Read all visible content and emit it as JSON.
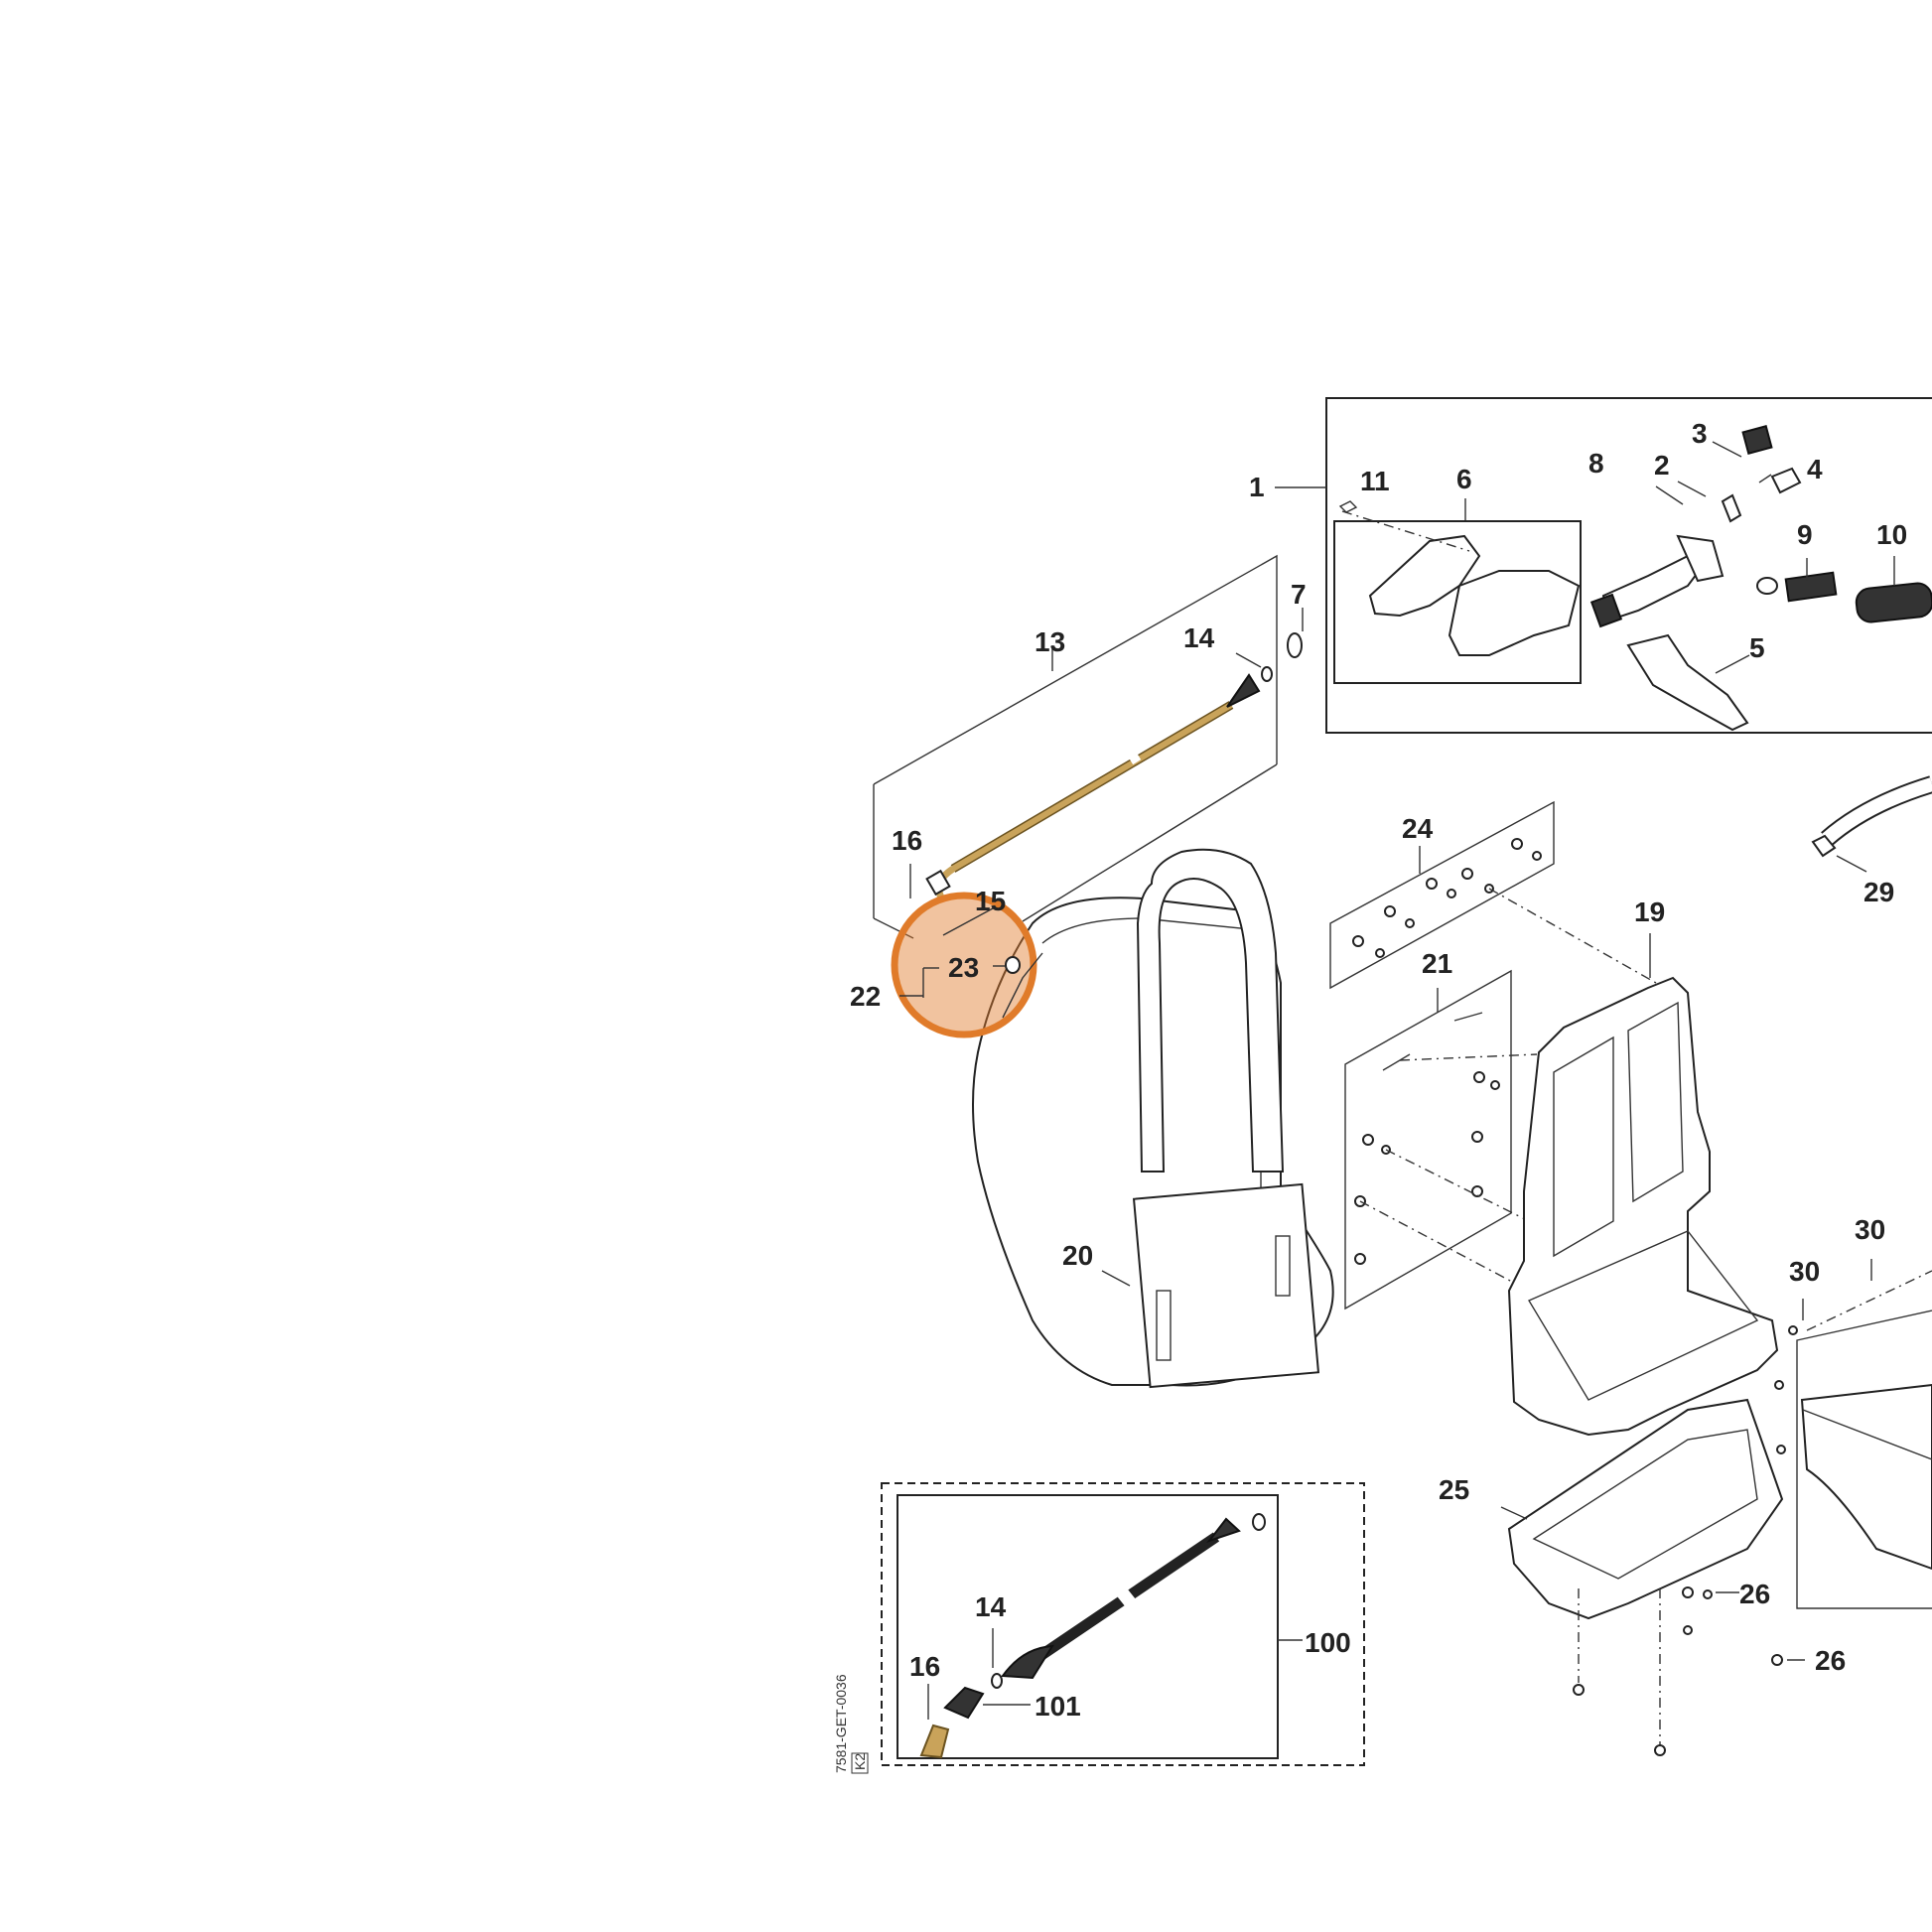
{
  "diagram": {
    "callouts": [
      "1",
      "2",
      "3",
      "4",
      "5",
      "6",
      "7",
      "8",
      "9",
      "10",
      "11",
      "13",
      "14",
      "15",
      "16",
      "19",
      "20",
      "21",
      "22",
      "23",
      "24",
      "25",
      "26",
      "26",
      "29",
      "30",
      "30",
      "100",
      "14",
      "16",
      "101"
    ],
    "highlight": {
      "label": "23",
      "color": "#e07b2a"
    },
    "drawing_code": "7581-GET-0036",
    "drawing_code_box": "K2"
  }
}
